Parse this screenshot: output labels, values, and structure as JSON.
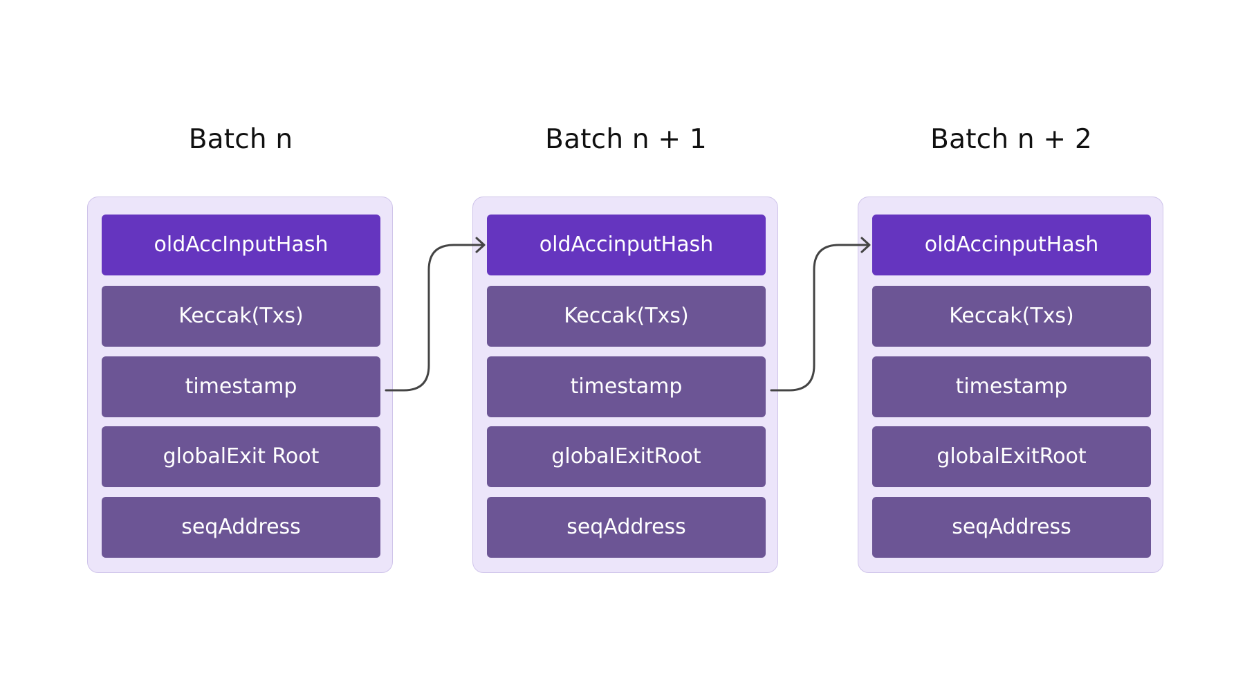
{
  "batches": [
    {
      "title": "Batch n",
      "fields": [
        "oldAccInputHash",
        "Keccak(Txs)",
        "timestamp",
        "globalExit Root",
        "seqAddress"
      ]
    },
    {
      "title": "Batch n + 1",
      "fields": [
        "oldAccinputHash",
        "Keccak(Txs)",
        "timestamp",
        "globalExitRoot",
        "seqAddress"
      ]
    },
    {
      "title": "Batch n + 2",
      "fields": [
        "oldAccinputHash",
        "Keccak(Txs)",
        "timestamp",
        "globalExitRoot",
        "seqAddress"
      ]
    }
  ],
  "colors": {
    "panel_background": "#ece5fa",
    "primary_field": "#6535bf",
    "secondary_field": "#6c5595",
    "connector": "#444444",
    "title_text": "#101010"
  },
  "connectors": [
    {
      "from": "batch-0.timestamp",
      "to": "batch-1.oldAccinputHash"
    },
    {
      "from": "batch-1.timestamp",
      "to": "batch-2.oldAccinputHash"
    }
  ]
}
